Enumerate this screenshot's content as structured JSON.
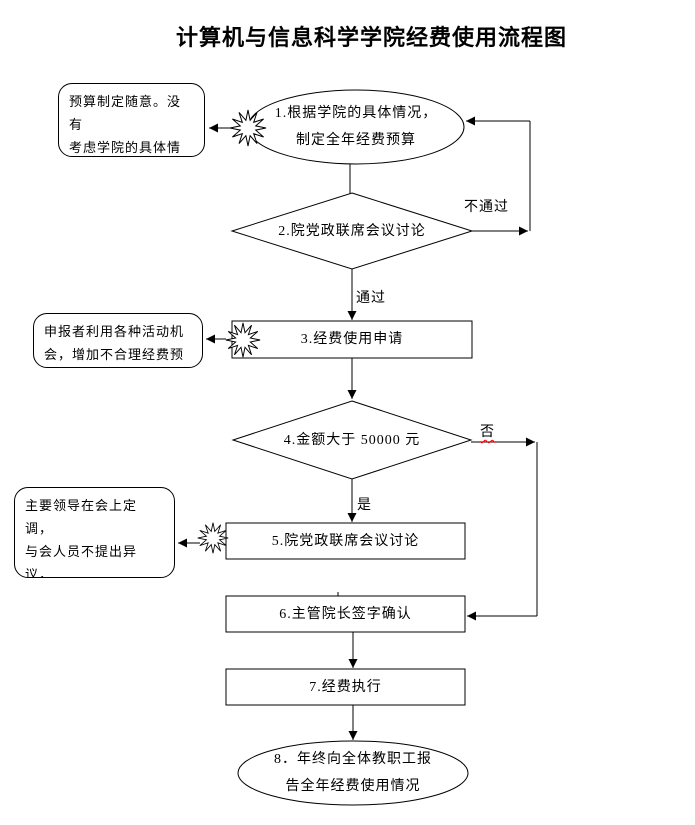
{
  "title": "计算机与信息科学学院经费使用流程图",
  "nodes": {
    "n1": {
      "shape": "ellipse",
      "label": "1.根据学院的具体情况，\n制定全年经费预算"
    },
    "n2": {
      "shape": "diamond",
      "label": "2.院党政联席会议讨论"
    },
    "n3": {
      "shape": "rect",
      "label": "3.经费使用申请"
    },
    "n4": {
      "shape": "diamond",
      "label": "4.金额大于 50000 元"
    },
    "n5": {
      "shape": "rect",
      "label": "5.院党政联席会议讨论"
    },
    "n6": {
      "shape": "rect",
      "label": "6.主管院长签字确认"
    },
    "n7": {
      "shape": "rect",
      "label": "7.经费执行"
    },
    "n8": {
      "shape": "ellipse",
      "label": "8．年终向全体教职工报\n告全年经费使用情况"
    }
  },
  "callouts": {
    "c1": "预算制定随意。没有\n考虑学院的具体情\n况。",
    "c2": "申报者利用各种活动机\n会，增加不合理经费预算",
    "c3": "主要领导在会上定调，\n与会人员不提出异议，\n从而导致经费使用不合\n理。"
  },
  "edge_labels": {
    "no_pass": "不通过",
    "pass": "通过",
    "no": "否",
    "yes": "是"
  },
  "colors": {
    "stroke": "#000000",
    "background": "#ffffff",
    "spellcheck_underline": "#ff0000"
  }
}
